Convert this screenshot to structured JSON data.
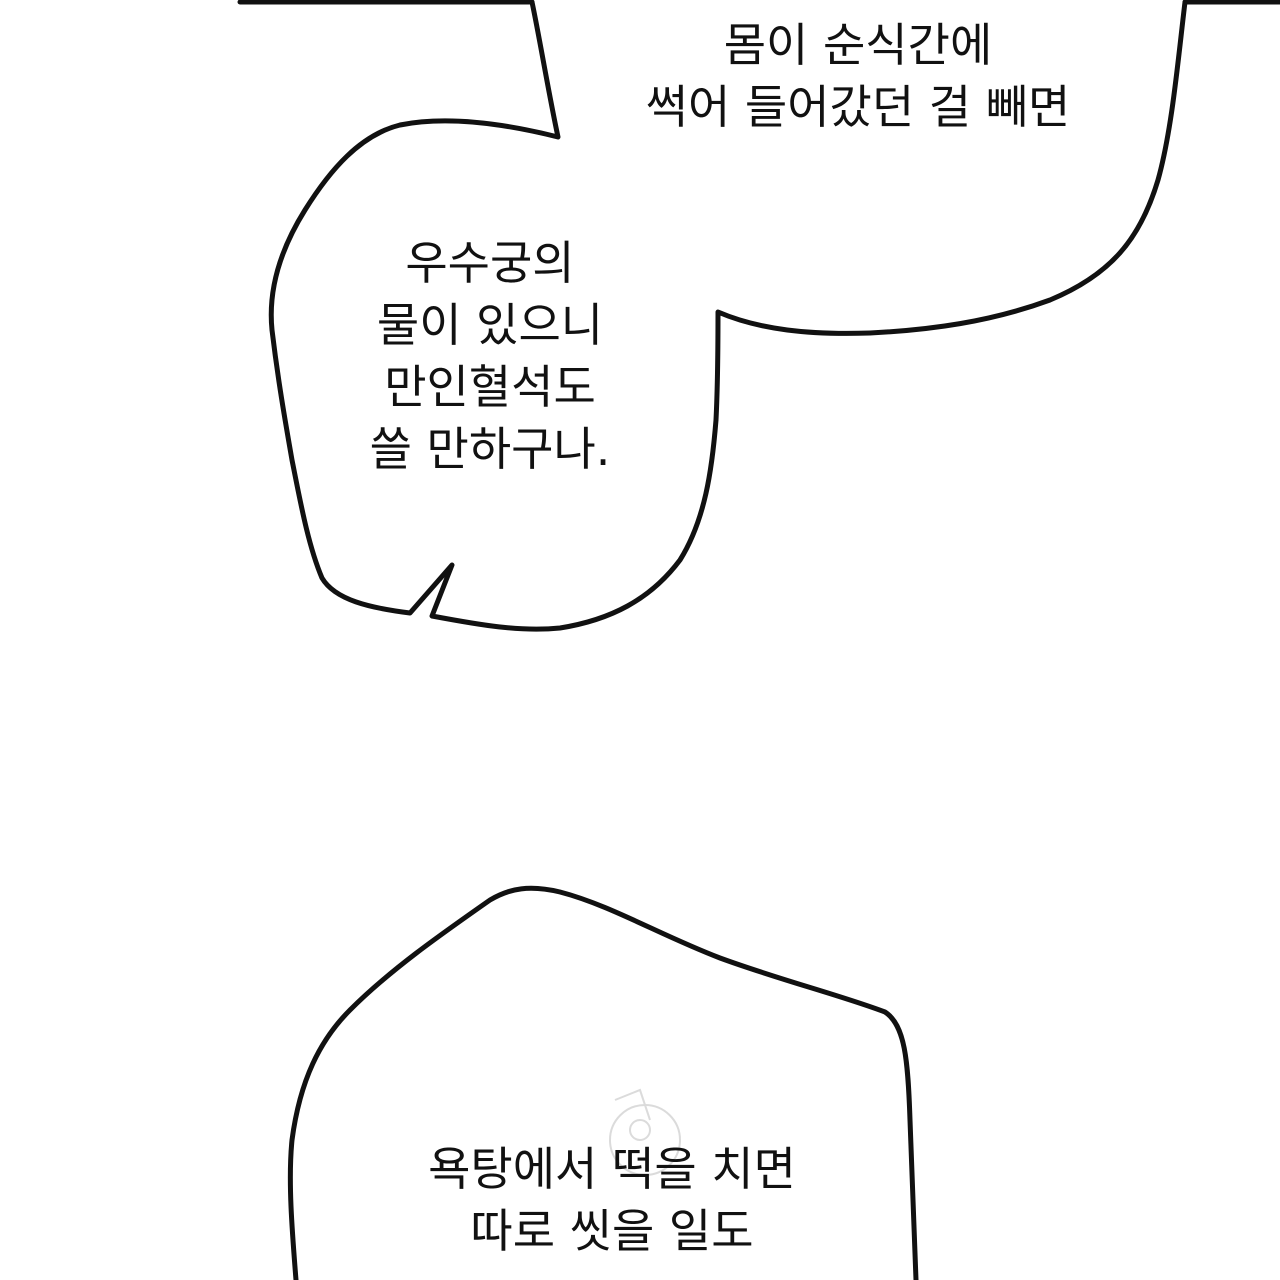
{
  "bubbles": [
    {
      "id": "top",
      "lines": [
        "몸이 순식간에",
        "썩어 들어갔던 걸 빼면"
      ]
    },
    {
      "id": "middle",
      "lines": [
        "우수궁의",
        "물이 있으니",
        "만인혈석도",
        "쓸 만하구나."
      ]
    },
    {
      "id": "bottom",
      "lines": [
        "욕탕에서 떡을 치면",
        "따로 씻을 일도"
      ]
    }
  ],
  "colors": {
    "ink": "#111111",
    "paper": "#ffffff",
    "watermark": "#c8c8c8"
  }
}
